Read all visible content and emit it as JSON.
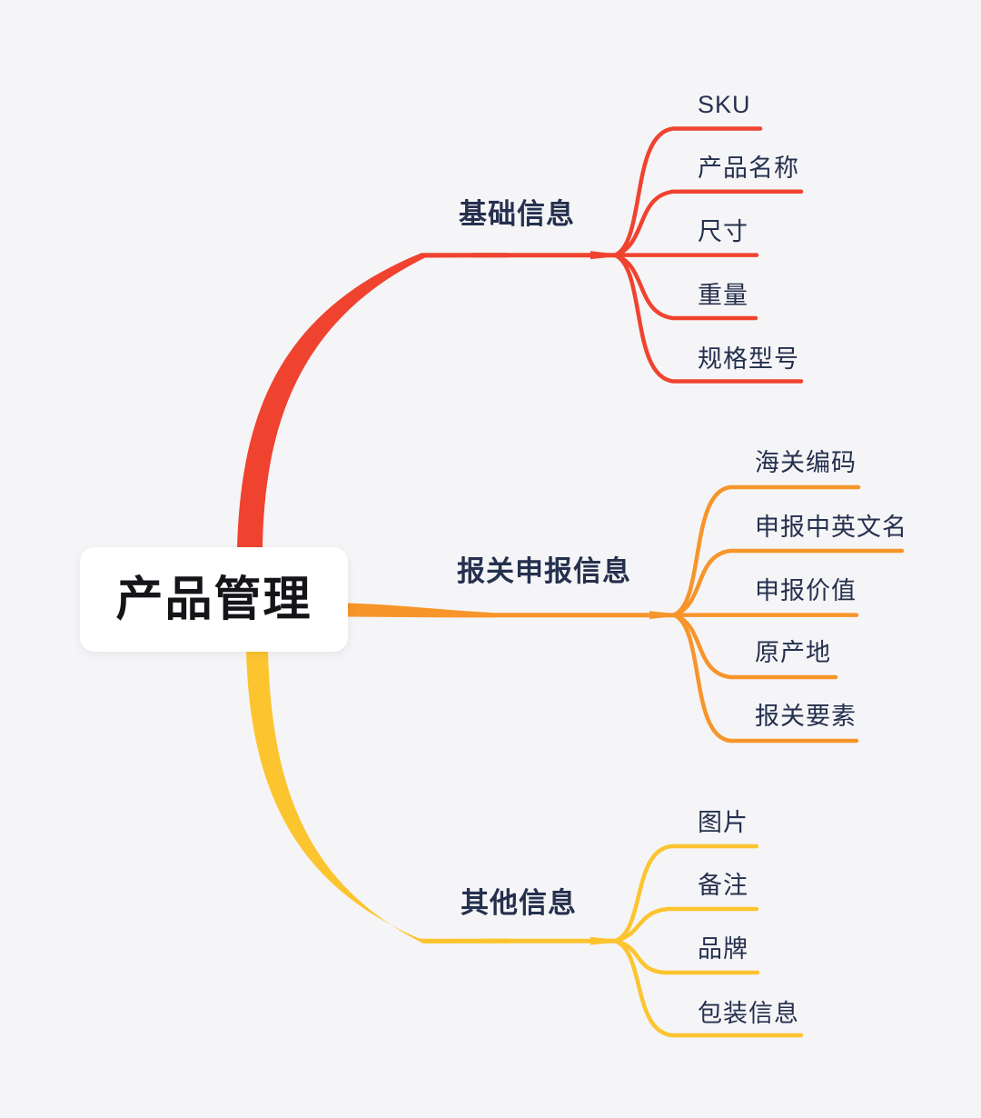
{
  "root": {
    "label": "产品管理"
  },
  "branches": [
    {
      "label": "基础信息",
      "color": "#f0432f",
      "children": [
        "SKU",
        "产品名称",
        "尺寸",
        "重量",
        "规格型号"
      ]
    },
    {
      "label": "报关申报信息",
      "color": "#f7952b",
      "children": [
        "海关编码",
        "申报中英文名",
        "申报价值",
        "原产地",
        "报关要素"
      ]
    },
    {
      "label": "其他信息",
      "color": "#fcc42f",
      "children": [
        "图片",
        "备注",
        "品牌",
        "包装信息"
      ]
    }
  ],
  "colors": {
    "background": "#f5f5f7",
    "red": "#f0432f",
    "orange": "#f7952b",
    "yellow": "#fcc42f",
    "label_text": "#25304e",
    "root_text": "#141518",
    "root_bg": "#ffffff"
  }
}
